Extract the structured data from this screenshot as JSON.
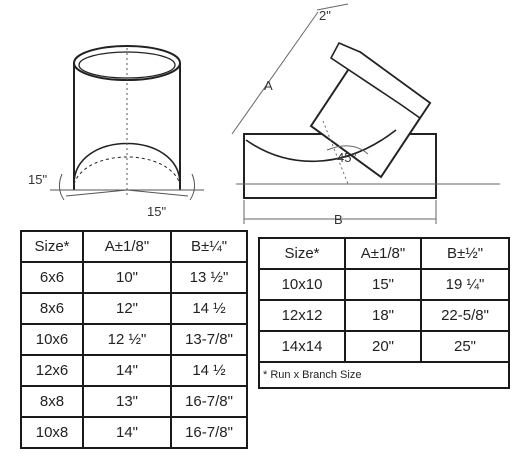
{
  "drawing": {
    "label_15_left": "15\"",
    "label_15_bottom": "15\"",
    "label_A": "A",
    "label_2": "2\"",
    "label_45": "45°",
    "label_B": "B"
  },
  "table_left": {
    "headers": [
      "Size*",
      "A±1/8\"",
      "B±¼\""
    ],
    "rows": [
      [
        "6x6",
        "10\"",
        "13 ½\""
      ],
      [
        "8x6",
        "12\"",
        "14 ½"
      ],
      [
        "10x6",
        "12 ½\"",
        "13-7/8\""
      ],
      [
        "12x6",
        "14\"",
        "14 ½"
      ],
      [
        "8x8",
        "13\"",
        "16-7/8\""
      ],
      [
        "10x8",
        "14\"",
        "16-7/8\""
      ]
    ]
  },
  "table_right": {
    "headers": [
      "Size*",
      "A±1/8\"",
      "B±½\""
    ],
    "rows": [
      [
        "10x10",
        "15\"",
        "19 ¼\""
      ],
      [
        "12x12",
        "18\"",
        "22-5/8\""
      ],
      [
        "14x14",
        "20\"",
        "25\""
      ]
    ],
    "footnote": "* Run x Branch Size"
  }
}
